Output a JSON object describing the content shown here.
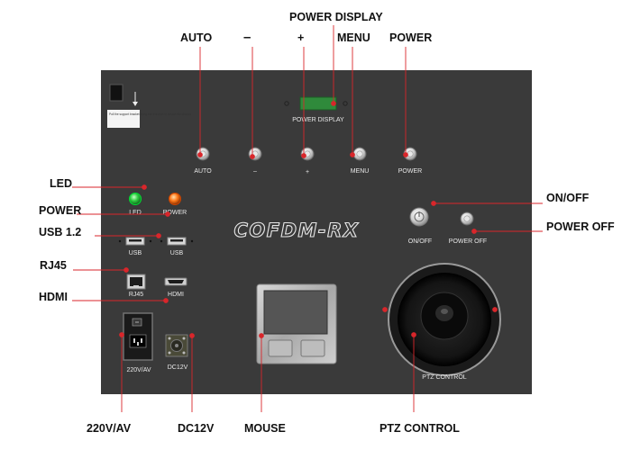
{
  "panel_title": "COFDM-RX",
  "warning_label": "Pull the support bracket along the direction to detach the chassis",
  "callouts": {
    "power_display": "POWER DISPLAY",
    "auto": "AUTO",
    "minus": "–",
    "plus": "+",
    "menu": "MENU",
    "power": "POWER",
    "led": "LED",
    "power_left": "POWER",
    "usb": "USB 1.2",
    "rj45": "RJ45",
    "hdmi": "HDMI",
    "on_off": "ON/OFF",
    "power_off": "POWER OFF",
    "ac_power": "220V/AV",
    "dc12v": "DC12V",
    "mouse": "MOUSE",
    "ptz_control": "PTZ CONTROL"
  },
  "panel_labels": {
    "power_display": "POWER DISPLAY",
    "auto": "AUTO",
    "minus": "–",
    "plus": "+",
    "menu": "MENU",
    "power": "POWER",
    "led": "LED",
    "power_led": "POWER",
    "usb_1": "USB",
    "usb_2": "USB",
    "rj45": "RJ45",
    "hdmi": "HDMI",
    "on_off": "ON/OFF",
    "power_off": "POWER OFF",
    "ac_power": "220V/AV",
    "dc12v": "DC12V",
    "ptz_control": "PTZ CONTROL"
  },
  "colors": {
    "panel": "#3a3a3a",
    "leader": "#d9262b",
    "display": "#2f8a3b",
    "led_green": "#2ecc40",
    "led_orange": "#ff7a1a"
  }
}
